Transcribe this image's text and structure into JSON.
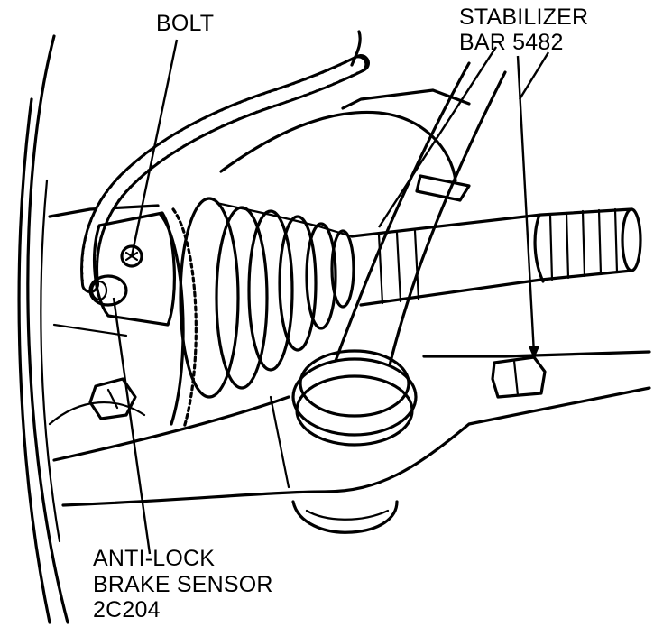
{
  "labels": {
    "bolt": "BOLT",
    "stabilizer_line1": "STABILIZER",
    "stabilizer_line2": "BAR 5482",
    "sensor_line1": "ANTI-LOCK",
    "sensor_line2": "BRAKE SENSOR",
    "sensor_line3": "2C204"
  },
  "colors": {
    "ink": "#000000",
    "paper": "#ffffff"
  }
}
